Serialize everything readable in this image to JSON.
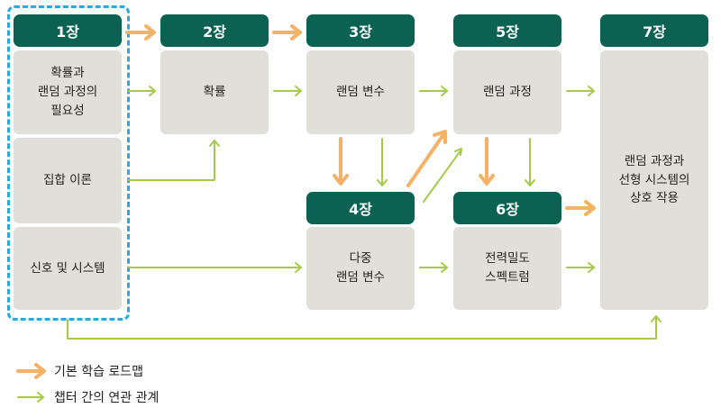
{
  "colors": {
    "header": "#0b6152",
    "box": "#e0dfd9",
    "orange_arrow": "#f5b266",
    "green_arrow": "#a6c94c",
    "dashed_frame": "#27a9e1"
  },
  "chapters": {
    "ch1": "1장",
    "ch2": "2장",
    "ch3": "3장",
    "ch4": "4장",
    "ch5": "5장",
    "ch6": "6장",
    "ch7": "7장"
  },
  "topics": {
    "necessity": "확률과\n랜덤 과정의\n필요성",
    "set_theory": "집합 이론",
    "signals": "신호 및 시스템",
    "probability": "확률",
    "random_variable": "랜덤 변수",
    "multiple_rv": "다중\n랜덤 변수",
    "random_process": "랜덤 과정",
    "psd": "전력밀도\n스펙트럼",
    "interaction": "랜덤 과정과\n선형 시스템의\n상호 작용"
  },
  "legend": {
    "basic_roadmap": "기본 학습 로드맵",
    "relation": "챕터 간의 연관 관계"
  }
}
